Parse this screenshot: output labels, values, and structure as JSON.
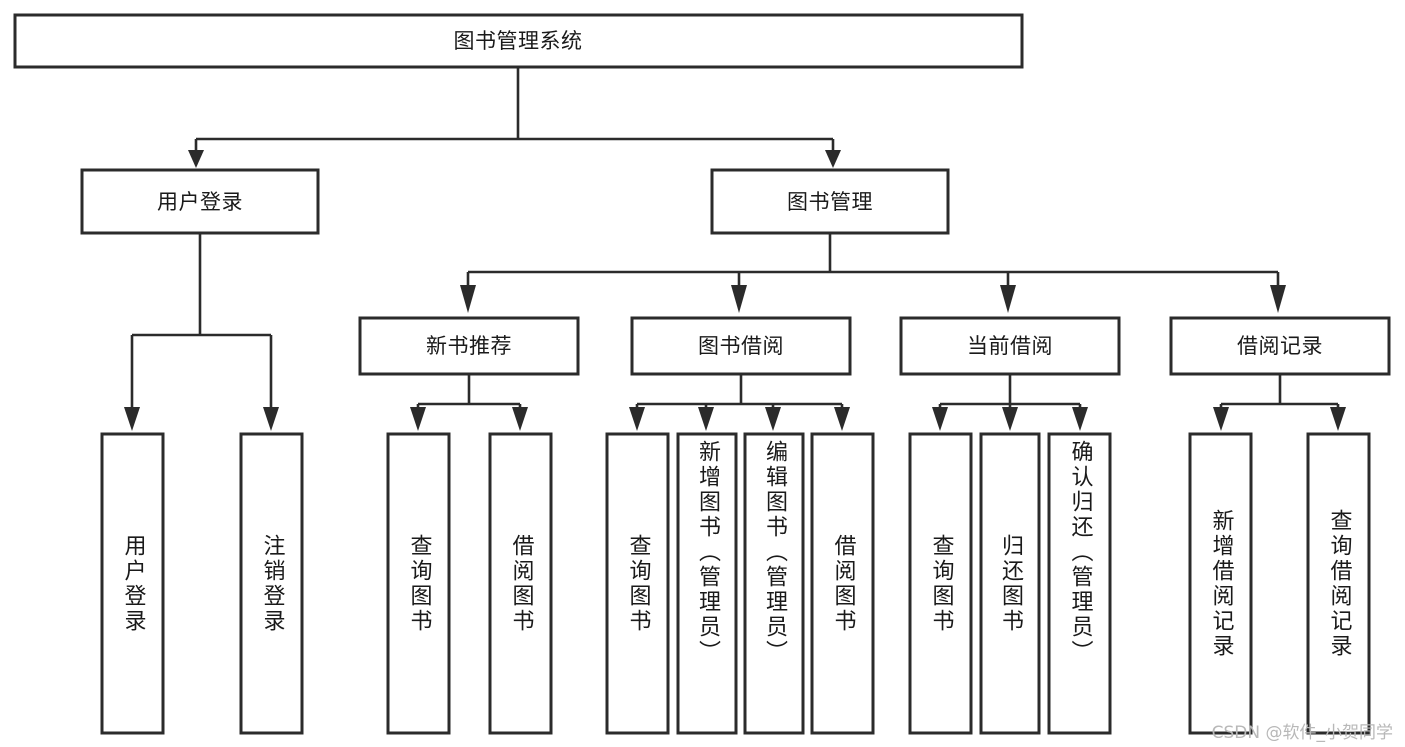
{
  "diagram": {
    "title": "图书管理系统",
    "watermark": "CSDN @软件_小贺同学",
    "colors": {
      "box_stroke": "#2b2b2b",
      "box_fill": "#ffffff",
      "connector": "#2b2b2b",
      "text": "#1a1a1a",
      "watermark": "#b8b8b8",
      "background": "#ffffff"
    },
    "root": {
      "label": "图书管理系统"
    },
    "level1": [
      {
        "id": "user-login",
        "label": "用户登录"
      },
      {
        "id": "book-management",
        "label": "图书管理"
      }
    ],
    "level2": [
      {
        "id": "new-book-recommend",
        "label": "新书推荐",
        "parent": "book-management"
      },
      {
        "id": "book-borrow",
        "label": "图书借阅",
        "parent": "book-management"
      },
      {
        "id": "current-borrow",
        "label": "当前借阅",
        "parent": "book-management"
      },
      {
        "id": "borrow-record",
        "label": "借阅记录",
        "parent": "book-management"
      }
    ],
    "leaves": [
      {
        "id": "leaf-user-login",
        "label": "用户登录",
        "parent": "user-login"
      },
      {
        "id": "leaf-logout-login",
        "label": "注销登录",
        "parent": "user-login"
      },
      {
        "id": "leaf-query-book-1",
        "label": "查询图书",
        "parent": "new-book-recommend"
      },
      {
        "id": "leaf-borrow-book-1",
        "label": "借阅图书",
        "parent": "new-book-recommend"
      },
      {
        "id": "leaf-query-book-2",
        "label": "查询图书",
        "parent": "book-borrow"
      },
      {
        "id": "leaf-add-book",
        "label": "新增图书（管理员）",
        "parent": "book-borrow"
      },
      {
        "id": "leaf-edit-book",
        "label": "编辑图书（管理员）",
        "parent": "book-borrow"
      },
      {
        "id": "leaf-borrow-book-2",
        "label": "借阅图书",
        "parent": "book-borrow"
      },
      {
        "id": "leaf-query-book-3",
        "label": "查询图书",
        "parent": "current-borrow"
      },
      {
        "id": "leaf-return-book",
        "label": "归还图书",
        "parent": "current-borrow"
      },
      {
        "id": "leaf-confirm-return",
        "label": "确认归还（管理员）",
        "parent": "current-borrow"
      },
      {
        "id": "leaf-add-record",
        "label": "新增借阅记录",
        "parent": "borrow-record"
      },
      {
        "id": "leaf-query-record",
        "label": "查询借阅记录",
        "parent": "borrow-record"
      }
    ]
  }
}
